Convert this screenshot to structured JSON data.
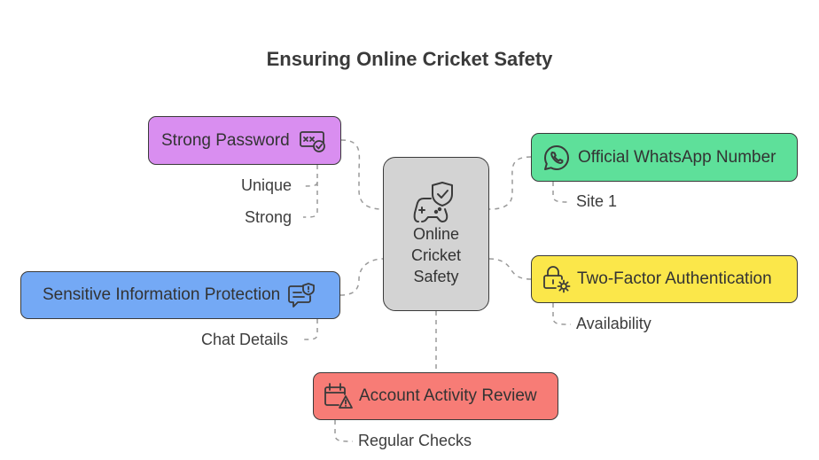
{
  "title": "Ensuring Online Cricket Safety",
  "center": {
    "lines": [
      "Online",
      "Cricket",
      "Safety"
    ],
    "icon": "gamepad-shield-icon",
    "color": "#d3d3d3"
  },
  "nodes": {
    "strong_password": {
      "label": "Strong Password",
      "icon": "password-check-icon",
      "color": "#d98ef0",
      "details": [
        "Unique",
        "Strong"
      ]
    },
    "whatsapp": {
      "label": "Official WhatsApp Number",
      "icon": "whatsapp-icon",
      "color": "#5ee09a",
      "details": [
        "Site 1"
      ]
    },
    "sensitive": {
      "label": "Sensitive Information Protection",
      "icon": "chat-shield-icon",
      "color": "#74a9f5",
      "details": [
        "Chat Details"
      ]
    },
    "two_factor": {
      "label": "Two-Factor Authentication",
      "icon": "lock-gear-icon",
      "color": "#fbe74a",
      "details": [
        "Availability"
      ]
    },
    "account": {
      "label": "Account Activity Review",
      "icon": "calendar-warning-icon",
      "color": "#f77c76",
      "details": [
        "Regular Checks"
      ]
    }
  }
}
